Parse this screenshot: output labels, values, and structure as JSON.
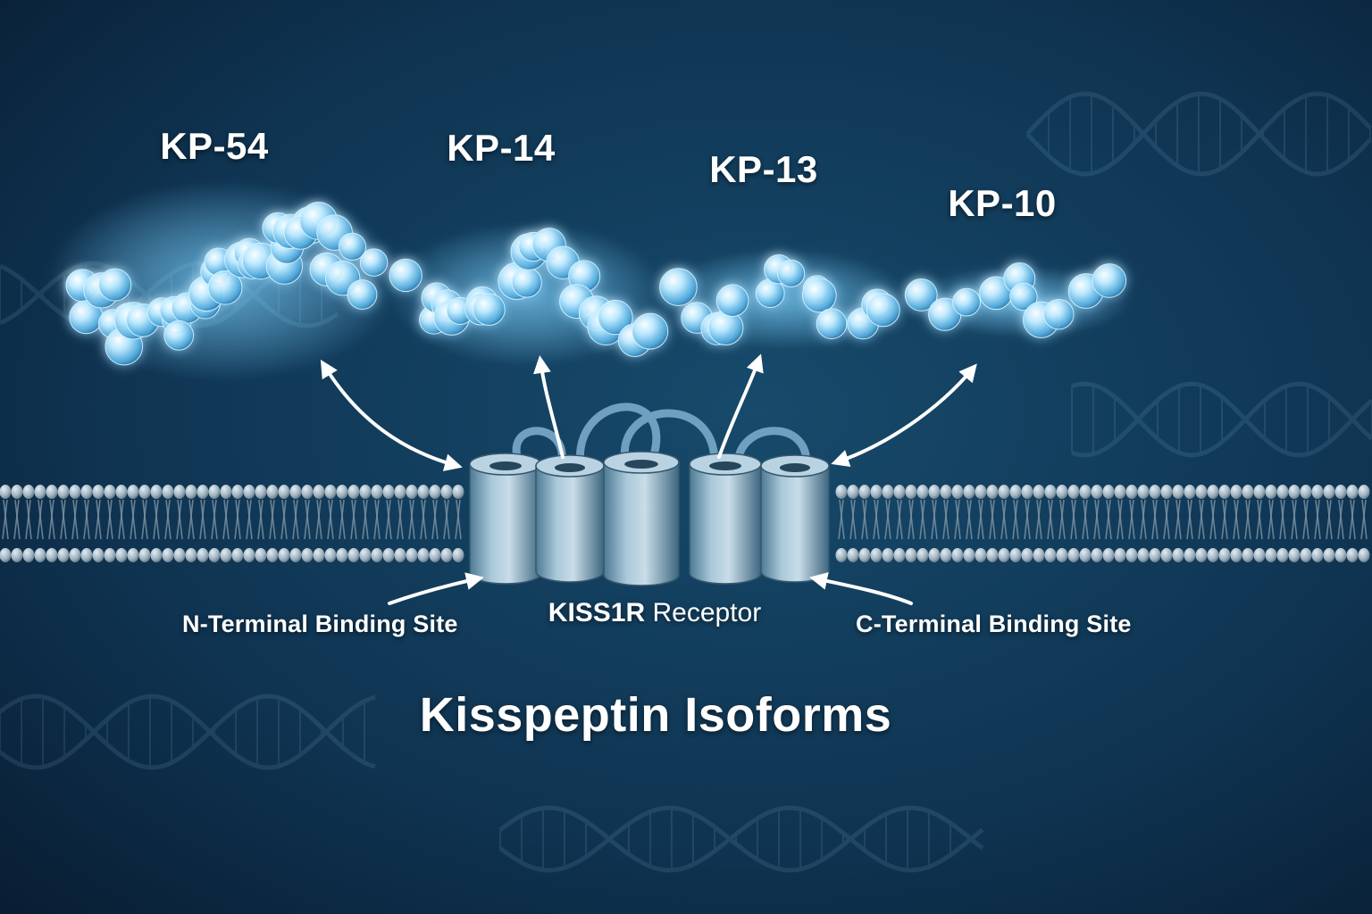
{
  "diagram": {
    "title": "Kisspeptin Isoforms",
    "peptides": [
      {
        "id": "kp54",
        "label": "KP-54",
        "beads": 38
      },
      {
        "id": "kp14",
        "label": "KP-14",
        "beads": 22
      },
      {
        "id": "kp13",
        "label": "KP-13",
        "beads": 14
      },
      {
        "id": "kp10",
        "label": "KP-10",
        "beads": 10
      }
    ],
    "receptor": {
      "name": "KISS1R",
      "suffix": "Receptor",
      "helix_count": 5
    },
    "sites": {
      "n_terminal": "N-Terminal Binding Site",
      "c_terminal": "C-Terminal Binding Site"
    },
    "colors": {
      "background_dark": "#081d33",
      "background_mid": "#123d5c",
      "peptide_glow": "#7fd3ff",
      "receptor": "#8fb3c8",
      "membrane": "#9fb2bf",
      "arrow": "#ffffff",
      "text": "#ffffff"
    }
  }
}
